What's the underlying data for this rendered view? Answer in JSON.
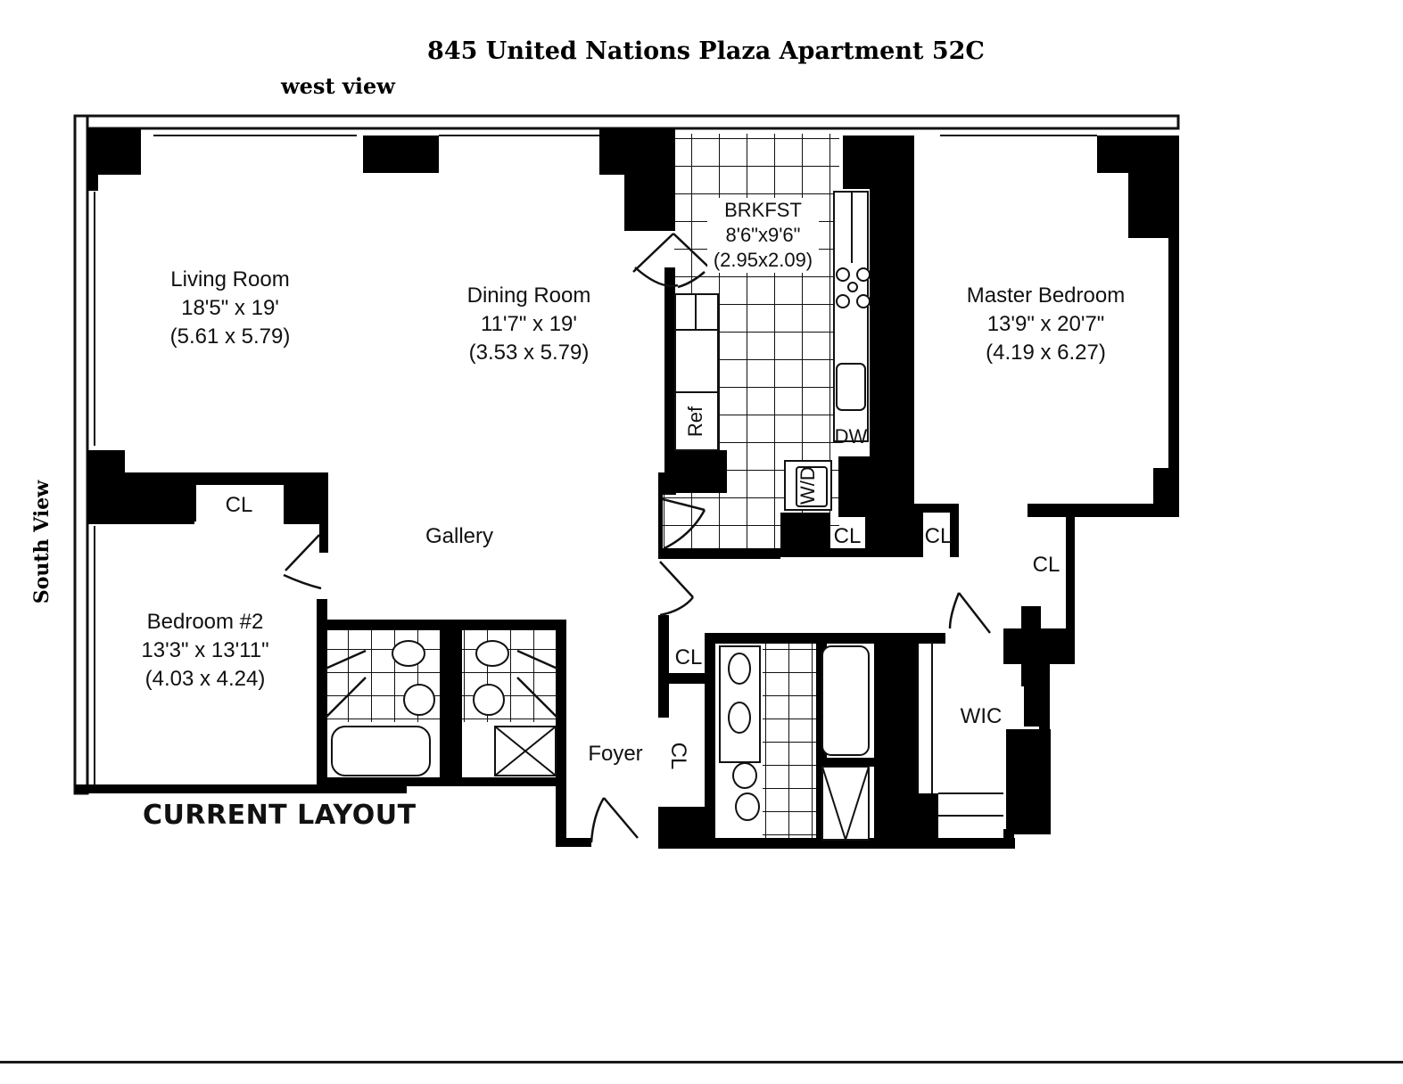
{
  "header": {
    "title": "845 United Nations Plaza Apartment 52C",
    "west_view_label": "west view",
    "south_view_label": "South View"
  },
  "plan": {
    "layout_caption": "CURRENT LAYOUT",
    "rooms": {
      "living_room": {
        "name": "Living Room",
        "dim_imperial": "18'5\" x 19'",
        "dim_metric": "(5.61 x 5.79)"
      },
      "dining_room": {
        "name": "Dining Room",
        "dim_imperial": "11'7\" x 19'",
        "dim_metric": "(3.53 x 5.79)"
      },
      "breakfast": {
        "name": "BRKFST",
        "dim_imperial": "8'6\"x9'6\"",
        "dim_metric": "(2.95x2.09)"
      },
      "master_bedroom": {
        "name": "Master Bedroom",
        "dim_imperial": "13'9\" x 20'7\"",
        "dim_metric": "(4.19 x 6.27)"
      },
      "bedroom_2": {
        "name": "Bedroom #2",
        "dim_imperial": "13'3\" x 13'11\"",
        "dim_metric": "(4.03 x 4.24)"
      },
      "gallery": {
        "name": "Gallery"
      },
      "foyer": {
        "name": "Foyer"
      },
      "wic": {
        "name": "WIC"
      }
    },
    "fixtures": {
      "refrigerator": "Ref",
      "dishwasher": "DW",
      "washer_dryer": "W/D"
    },
    "closets": [
      "CL",
      "CL",
      "CL",
      "CL",
      "CL",
      "CL",
      "CL"
    ]
  }
}
